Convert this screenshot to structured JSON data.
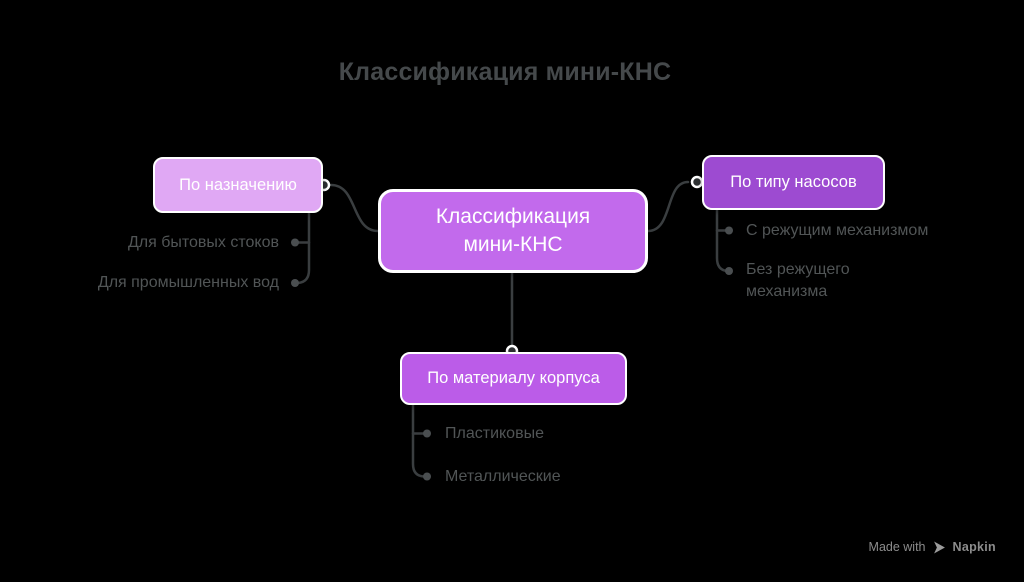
{
  "title": "Классификация мини-КНС",
  "center_node": {
    "label": "Классификация мини-КНС",
    "color": "#c26aec"
  },
  "branches": {
    "purpose": {
      "label": "По назначению",
      "color": "#e0a8f4",
      "items": [
        "Для бытовых стоков",
        "Для промышленных вод"
      ]
    },
    "pumps": {
      "label": "По типу насосов",
      "color": "#9d4bd1",
      "items": [
        "С режущим механизмом",
        "Без режущего механизма"
      ]
    },
    "material": {
      "label": "По материалу корпуса",
      "color": "#bb5ce8",
      "items": [
        "Пластиковые",
        "Металлические"
      ]
    }
  },
  "colors": {
    "background": "#000000",
    "title_text": "#45494b",
    "item_text": "#515556",
    "connector_line": "#3a3e40",
    "bullet_dot": "#4a4e50",
    "node_border": "#ffffff",
    "node_text": "#ffffff",
    "badge_text": "#8c8c8c"
  },
  "badge": {
    "prefix": "Made with",
    "brand": "Napkin"
  }
}
